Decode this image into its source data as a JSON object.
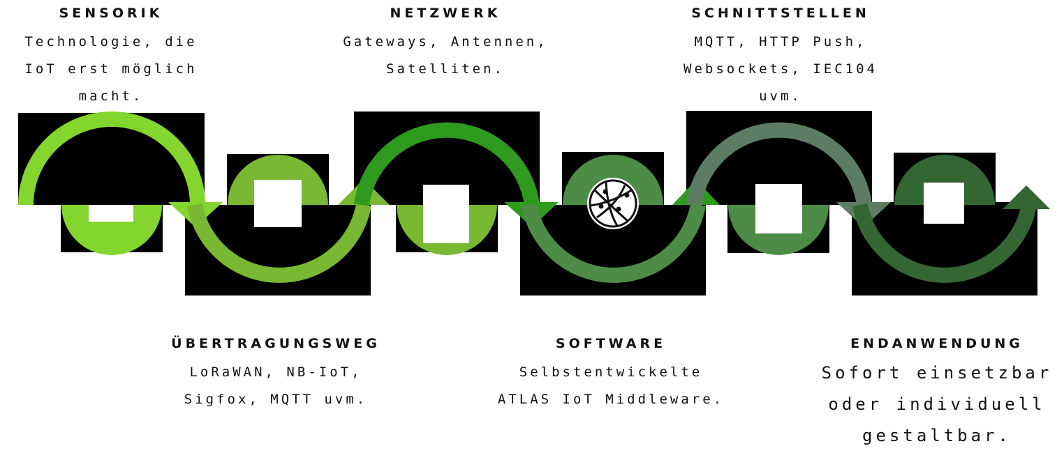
{
  "steps": [
    {
      "title": "SENSORIK",
      "desc": "Technologie, die\nIoT erst möglich\nmacht."
    },
    {
      "title": "ÜBERTRAGUNGSWEG",
      "desc": "LoRaWAN, NB-IoT,\nSigfox, MQTT uvm."
    },
    {
      "title": "NETZWERK",
      "desc": "Gateways, Antennen,\nSatelliten."
    },
    {
      "title": "SOFTWARE",
      "desc": "Selbstentwickelte\nATLAS IoT Middleware."
    },
    {
      "title": "SCHNITTSTELLEN",
      "desc": "MQTT, HTTP Push,\nWebsockets, IEC104\nuvm."
    },
    {
      "title": "ENDANWENDUNG",
      "desc": "Sofort einsetzbar\noder individuell\ngestaltbar."
    }
  ],
  "colors": {
    "step1": "#84d62e",
    "step2": "#78b832",
    "step3": "#2e9a1e",
    "step4": "#4d8c46",
    "step5": "#5c7d64",
    "step6": "#336633",
    "background_box": "#000000",
    "icon_box": "#ffffff"
  },
  "icons": [
    "sensor-icon",
    "transmission-icon",
    "network-icon",
    "globe-icon",
    "interface-icon",
    "application-icon"
  ]
}
